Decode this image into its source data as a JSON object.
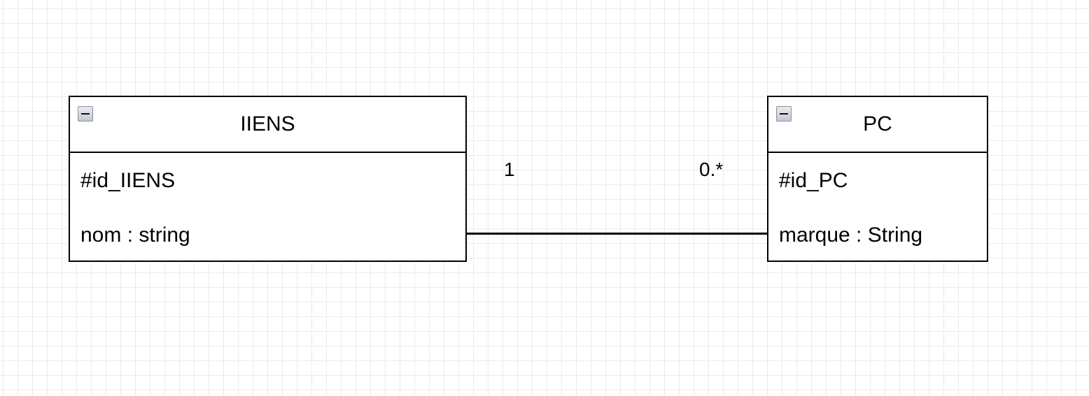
{
  "classes": {
    "iiens": {
      "name": "IIENS",
      "attributes": [
        "#id_IIENS",
        "nom : string"
      ]
    },
    "pc": {
      "name": "PC",
      "attributes": [
        "#id_PC",
        "marque : String"
      ]
    }
  },
  "association": {
    "source_multiplicity": "1",
    "target_multiplicity": "0.*"
  }
}
